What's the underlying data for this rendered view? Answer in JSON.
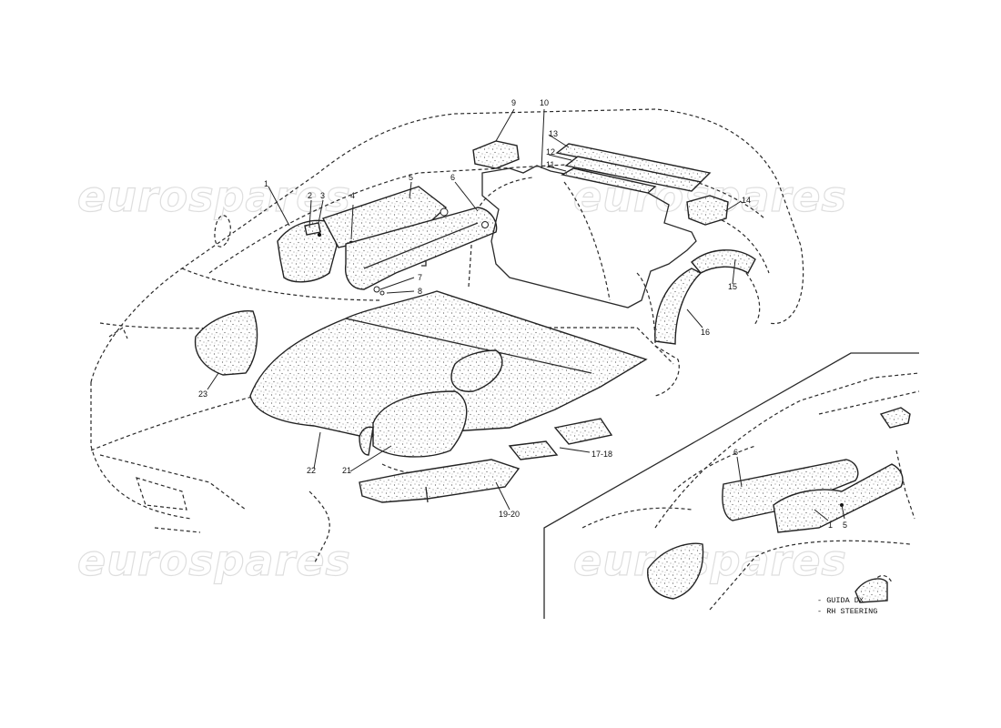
{
  "callouts": {
    "c1": "1",
    "c2": "2",
    "c3": "3",
    "c4": "4",
    "c5": "5",
    "c6": "6",
    "c7": "7",
    "c8": "8",
    "c9": "9",
    "c10": "10",
    "c11": "11",
    "c12": "12",
    "c13": "13",
    "c14": "14",
    "c15": "15",
    "c16": "16",
    "c17_18": "17-18",
    "c19_20": "19-20",
    "c21": "21",
    "c22": "22",
    "c23": "23"
  },
  "inset": {
    "callout_6": "6",
    "callout_1": "1",
    "callout_5": "5",
    "note_line1": "- GUIDA DX",
    "note_line2": "- RH STEERING"
  },
  "watermarks": [
    "eurospares",
    "eurospares",
    "eurospares",
    "eurospares"
  ],
  "colors": {
    "line": "#2a2a2a",
    "paper": "#ffffff",
    "watermark": "#d9d9d9"
  }
}
